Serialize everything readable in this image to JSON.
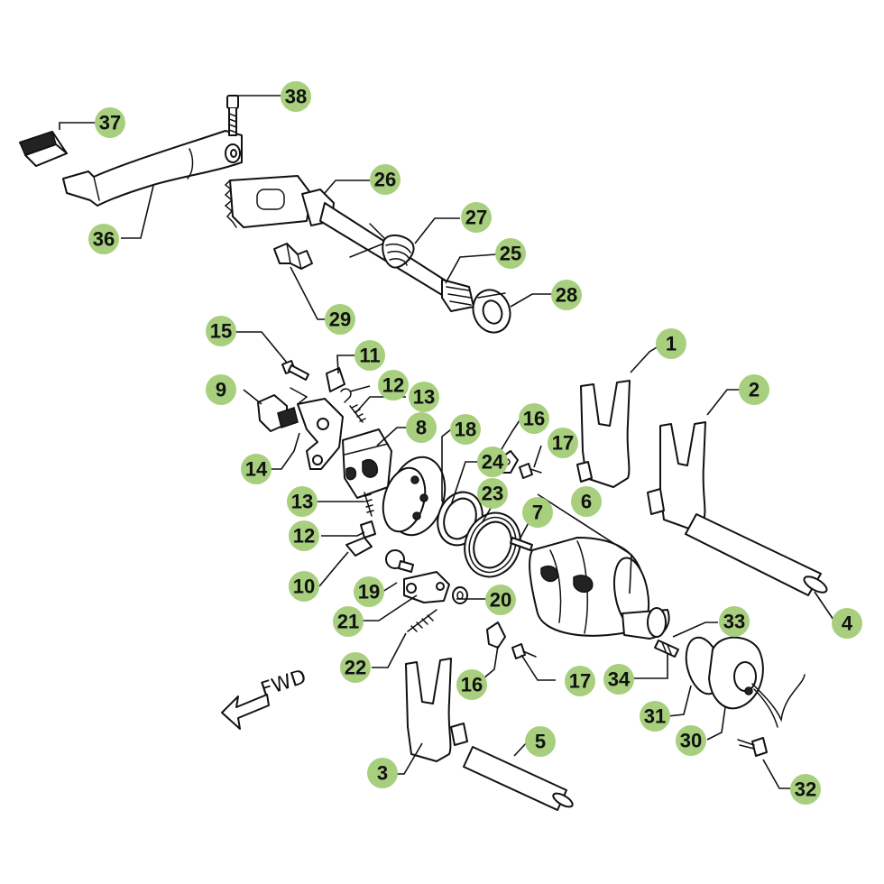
{
  "diagram": {
    "direction_label": "FWD",
    "colors": {
      "callout_fill": "#a7cf7e",
      "line": "#111111",
      "background": "#ffffff"
    },
    "callouts": [
      {
        "id": "c1",
        "label": "1"
      },
      {
        "id": "c2",
        "label": "2"
      },
      {
        "id": "c3",
        "label": "3"
      },
      {
        "id": "c4",
        "label": "4"
      },
      {
        "id": "c5",
        "label": "5"
      },
      {
        "id": "c6",
        "label": "6"
      },
      {
        "id": "c7",
        "label": "7"
      },
      {
        "id": "c8",
        "label": "8"
      },
      {
        "id": "c9",
        "label": "9"
      },
      {
        "id": "c10",
        "label": "10"
      },
      {
        "id": "c11",
        "label": "11"
      },
      {
        "id": "c12a",
        "label": "12"
      },
      {
        "id": "c12b",
        "label": "12"
      },
      {
        "id": "c13a",
        "label": "13"
      },
      {
        "id": "c13b",
        "label": "13"
      },
      {
        "id": "c14",
        "label": "14"
      },
      {
        "id": "c15",
        "label": "15"
      },
      {
        "id": "c16a",
        "label": "16"
      },
      {
        "id": "c16b",
        "label": "16"
      },
      {
        "id": "c17a",
        "label": "17"
      },
      {
        "id": "c17b",
        "label": "17"
      },
      {
        "id": "c18",
        "label": "18"
      },
      {
        "id": "c19",
        "label": "19"
      },
      {
        "id": "c20",
        "label": "20"
      },
      {
        "id": "c21",
        "label": "21"
      },
      {
        "id": "c22",
        "label": "22"
      },
      {
        "id": "c23",
        "label": "23"
      },
      {
        "id": "c24",
        "label": "24"
      },
      {
        "id": "c25",
        "label": "25"
      },
      {
        "id": "c26",
        "label": "26"
      },
      {
        "id": "c27",
        "label": "27"
      },
      {
        "id": "c28",
        "label": "28"
      },
      {
        "id": "c29",
        "label": "29"
      },
      {
        "id": "c30",
        "label": "30"
      },
      {
        "id": "c31",
        "label": "31"
      },
      {
        "id": "c32",
        "label": "32"
      },
      {
        "id": "c33",
        "label": "33"
      },
      {
        "id": "c34",
        "label": "34"
      },
      {
        "id": "c36",
        "label": "36"
      },
      {
        "id": "c37",
        "label": "37"
      },
      {
        "id": "c38",
        "label": "38"
      }
    ]
  }
}
